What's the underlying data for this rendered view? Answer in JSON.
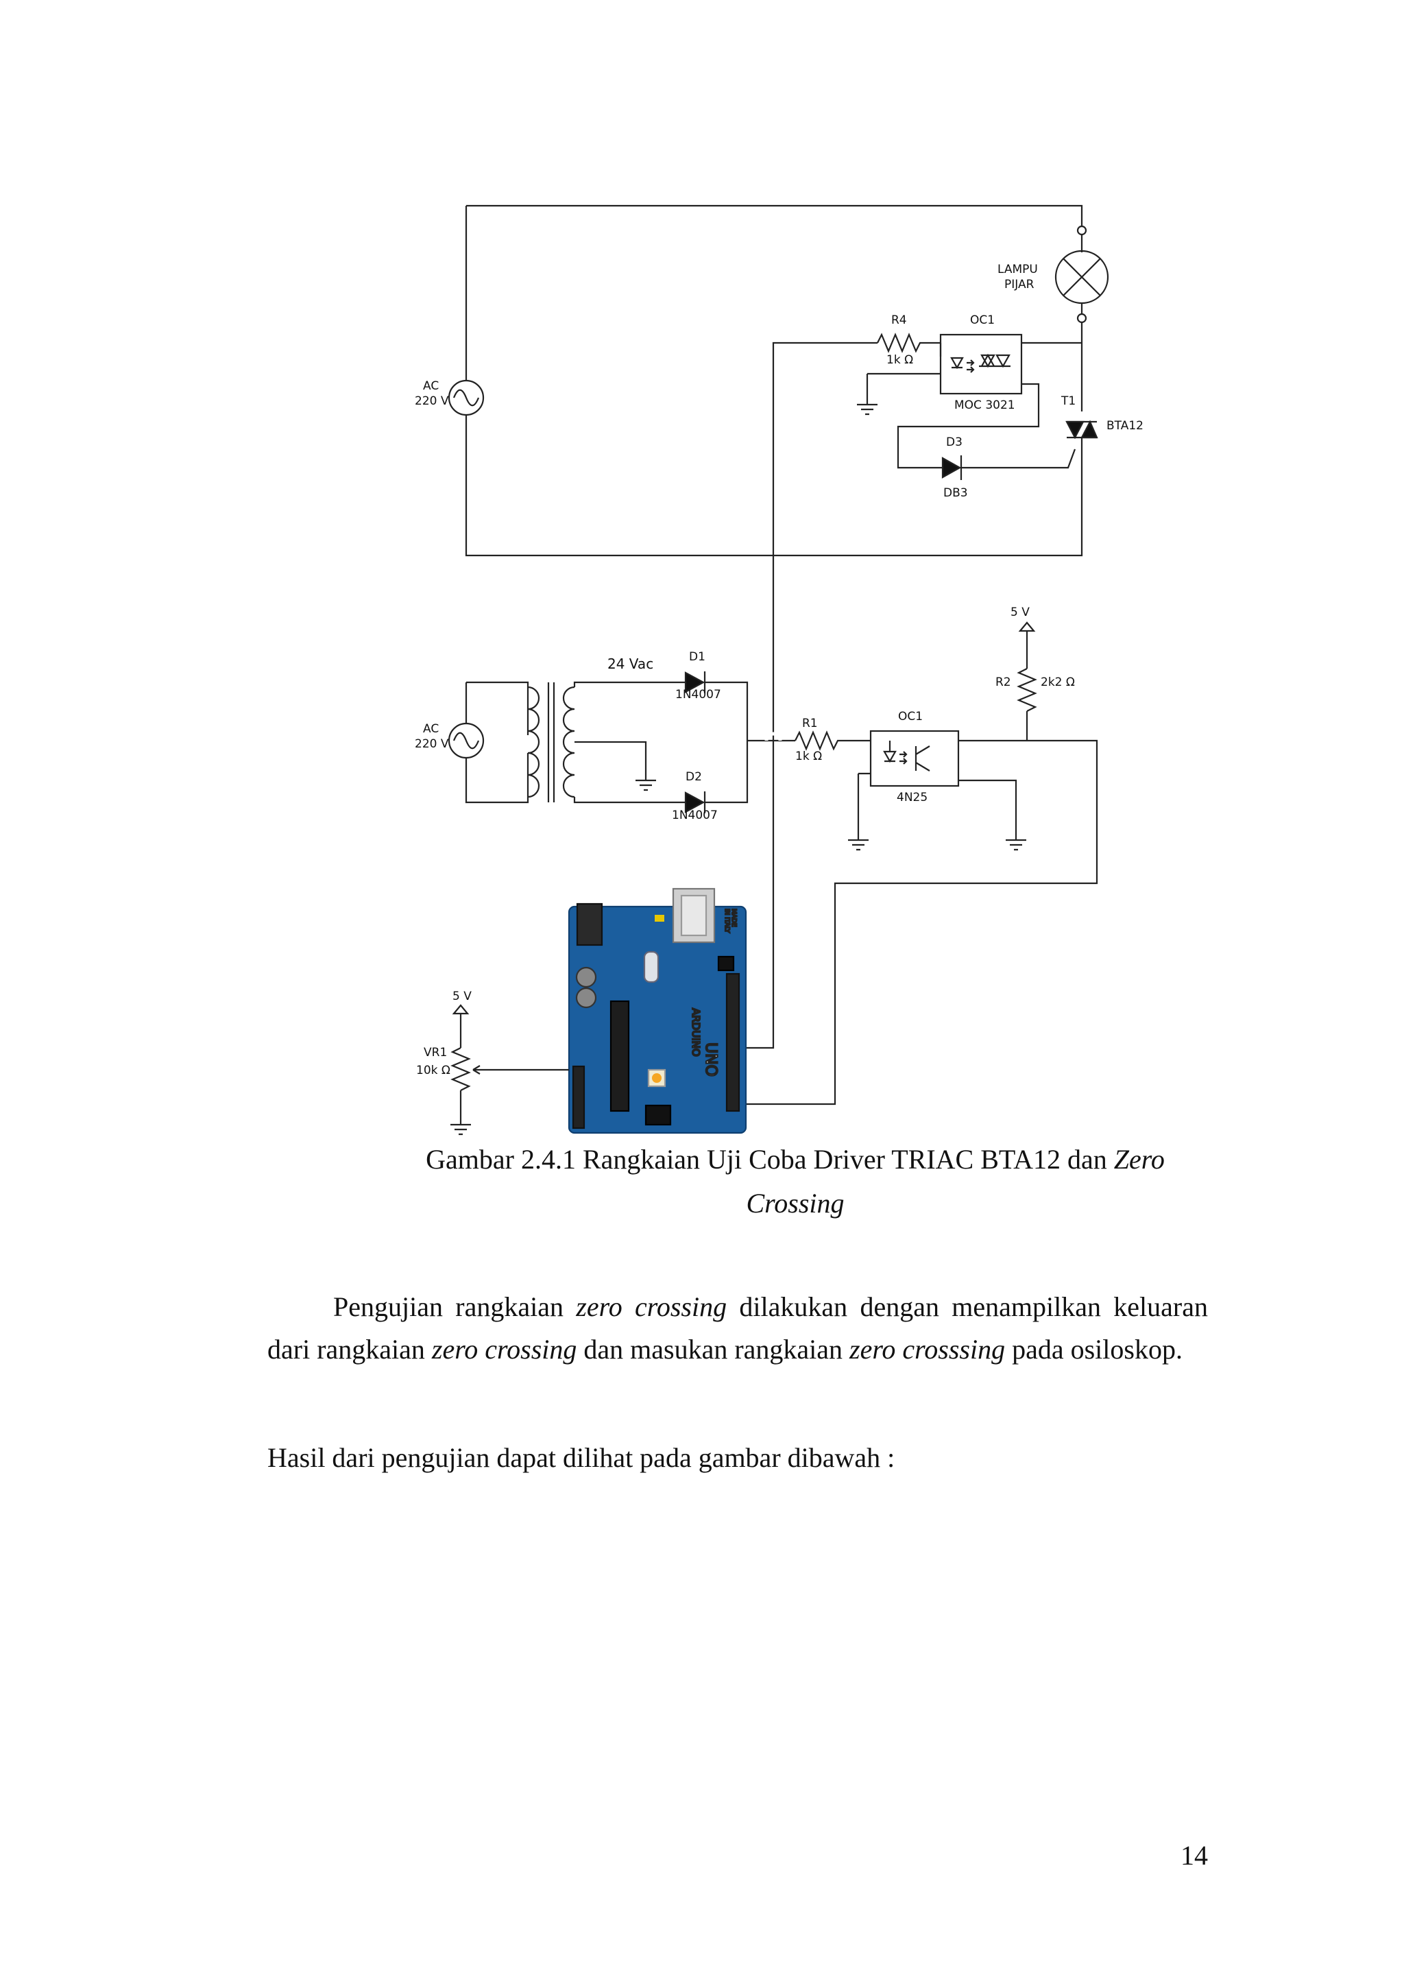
{
  "figure": {
    "labels": {
      "ac_top_name": "AC",
      "ac_top_value": "220 V",
      "lamp_line1": "LAMPU",
      "lamp_line2": "PIJAR",
      "r4_name": "R4",
      "r4_value": "1k Ω",
      "oc1_top_name": "OC1",
      "oc1_top_part": "MOC 3021",
      "t1_name": "T1",
      "t1_part": "BTA12",
      "d3_name": "D3",
      "d3_part": "DB3",
      "vcc1": "5 V",
      "r2_name": "R2",
      "r2_value": "2k2 Ω",
      "transformer_out": "24 Vac",
      "d1_name": "D1",
      "d1_part": "1N4007",
      "d2_name": "D2",
      "d2_part": "1N4007",
      "ac_bottom_name": "AC",
      "ac_bottom_value": "220 V",
      "r1_name": "R1",
      "r1_value": "1k Ω",
      "oc1_bottom_name": "OC1",
      "oc1_bottom_part": "4N25",
      "vcc2": "5 V",
      "vr1_name": "VR1",
      "vr1_value": "10k Ω"
    },
    "arduino_text": {
      "brand": "ARDUINO",
      "model": "UNO",
      "made_line1": "MADE",
      "made_line2": "IN ITALY"
    },
    "colors": {
      "board": "#1b5e9e",
      "board_edge": "#0f3f70",
      "wire": "#222222"
    }
  },
  "caption": {
    "prefix": "Gambar 2.4.1 Rangkaian Uji Coba Driver TRIAC BTA12 dan ",
    "italic1": "Zero",
    "italic2": "Crossing"
  },
  "paragraph1": {
    "t1": "Pengujian rangkaian ",
    "i1": "zero crossing",
    "t2": " dilakukan dengan menampilkan keluaran dari rangkaian ",
    "i2": "zero crossing",
    "t3": " dan masukan rangkaian ",
    "i3": "zero crosssing",
    "t4": " pada osiloskop."
  },
  "paragraph2": "Hasil dari pengujian dapat dilihat pada gambar dibawah :",
  "page_number": "14"
}
